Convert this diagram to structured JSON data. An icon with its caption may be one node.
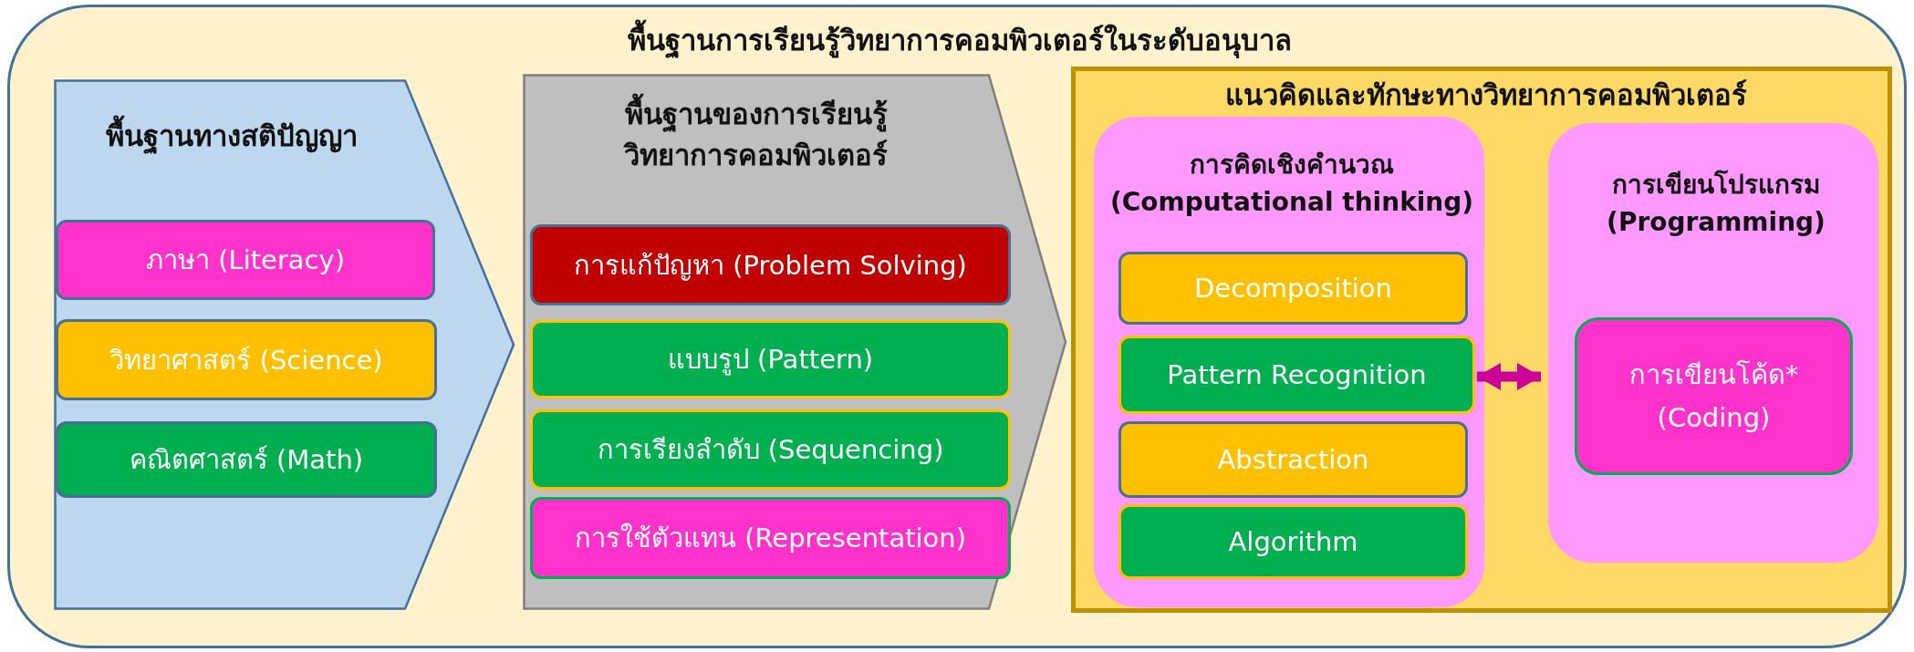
{
  "diagram": {
    "nodes": [
      {
        "text": [
          "พื้นฐานการเรียนรู้วิทยาการคอมพิวเตอร์ในระดับอนุบาล"
        ]
      },
      {
        "text": [
          "พื้นฐานทางสติปัญญา"
        ],
        "in": 0
      },
      {
        "text": [
          "ภาษา (Literacy)"
        ],
        "in": 1
      },
      {
        "text": [
          "วิทยาศาสตร์ (Science)"
        ],
        "in": 1
      },
      {
        "text": [
          "คณิตศาสตร์ (Math)"
        ],
        "in": 1
      },
      {
        "text": [
          "พื้นฐานของการเรียนรู้วิทยาการคอมพิวเตอร์"
        ],
        "in": 0
      },
      {
        "text": [
          "การแก้ปัญหา (Problem Solving)"
        ],
        "in": 5
      },
      {
        "text": [
          "แบบรูป (Pattern)"
        ],
        "in": 5
      },
      {
        "text": [
          "การเรียงลำดับ (Sequencing)"
        ],
        "in": 5
      },
      {
        "text": [
          "การใช้ตัวแทน (Representation)"
        ],
        "in": 5
      },
      {
        "text": [
          "แนวคิดและทักษะทางวิทยาการคอมพิวเตอร์"
        ],
        "in": 0
      },
      {
        "text": [
          "การคิดเชิงคำนวณ (Computational thinking)"
        ],
        "in": 10
      },
      {
        "text": [
          "Decomposition"
        ],
        "in": 11
      },
      {
        "text": [
          "Pattern Recognition"
        ],
        "in": 11
      },
      {
        "text": [
          "Abstraction"
        ],
        "in": 11
      },
      {
        "text": [
          "Algorithm"
        ],
        "in": 11
      },
      {
        "text": [
          "การเขียนโปรแกรม (Programming)"
        ],
        "in": 10
      },
      {
        "text": [
          "การเขียนโค้ด* (Coding)"
        ],
        "in": 16
      }
    ],
    "edges": [
      {
        "from": 11,
        "to": 16,
        "arrow": "both"
      }
    ]
  }
}
